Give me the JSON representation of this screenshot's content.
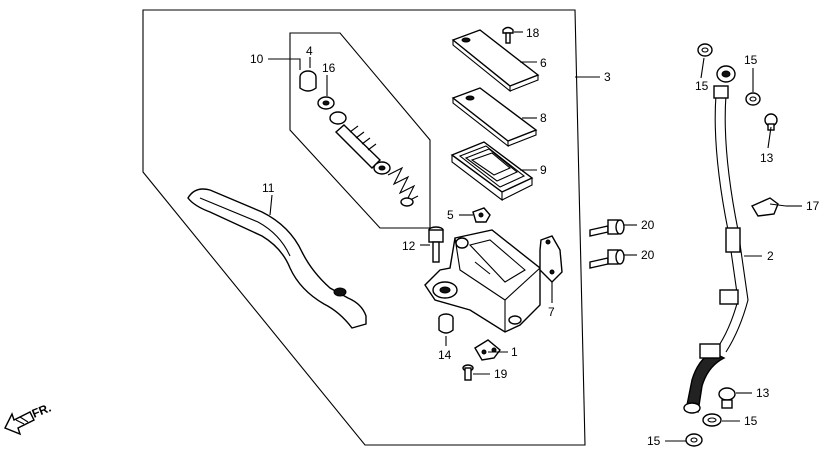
{
  "callouts": {
    "c1": "1",
    "c2": "2",
    "c3": "3",
    "c4": "4",
    "c5": "5",
    "c6": "6",
    "c7": "7",
    "c8": "8",
    "c9": "9",
    "c10": "10",
    "c11": "11",
    "c12": "12",
    "c13a": "13",
    "c13b": "13",
    "c14": "14",
    "c15a": "15",
    "c15b": "15",
    "c15c": "15",
    "c15d": "15",
    "c16": "16",
    "c17": "17",
    "c18": "18",
    "c19": "19",
    "c20a": "20",
    "c20b": "20"
  },
  "direction_marker": "FR."
}
